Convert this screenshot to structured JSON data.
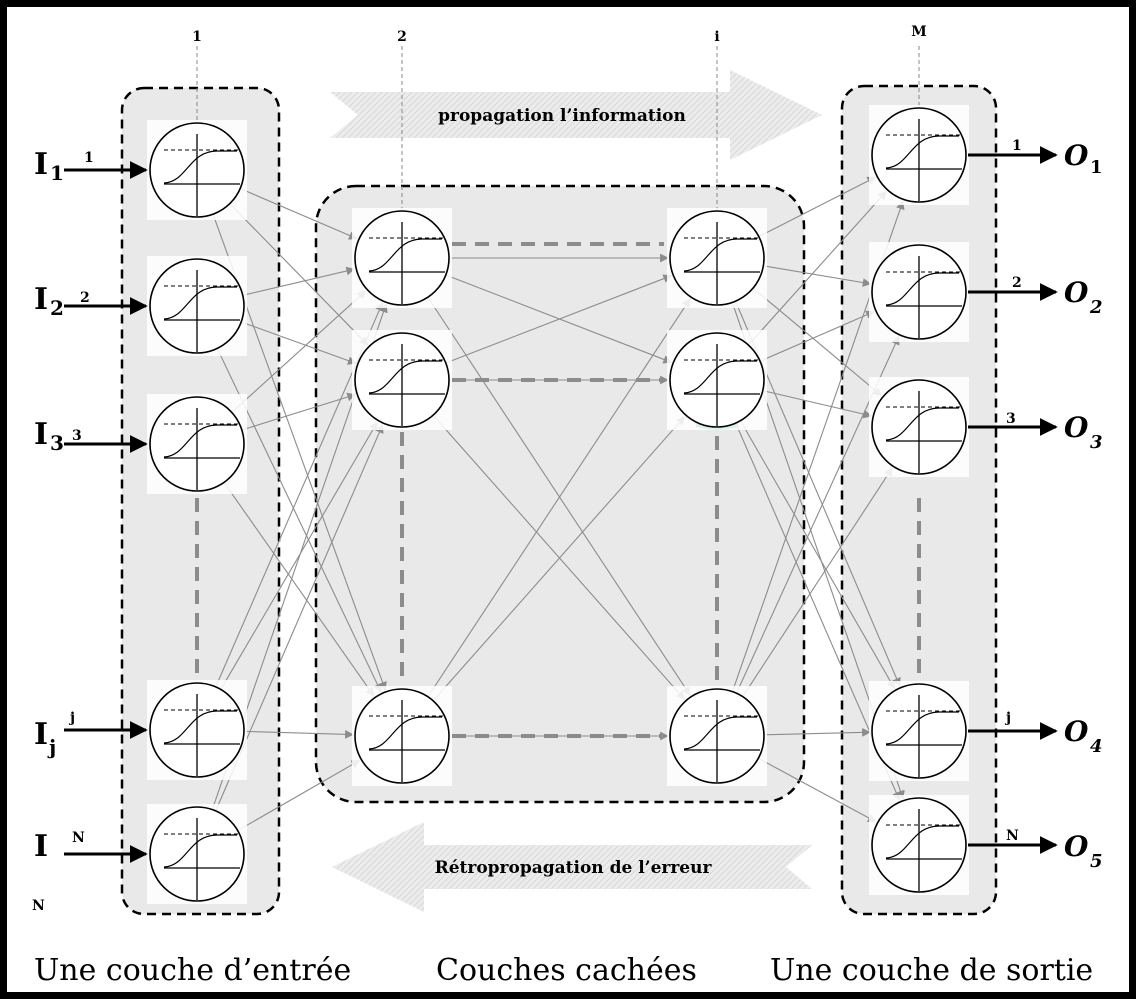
{
  "layer_indices": [
    "1",
    "2",
    "i",
    "M"
  ],
  "inputs": [
    {
      "main": "I",
      "sub": "1",
      "index": "1"
    },
    {
      "main": "I",
      "sub": "2",
      "index": "2"
    },
    {
      "main": "I",
      "sub": "3",
      "index": "3"
    },
    {
      "main": "I",
      "sub": "j",
      "index": "j"
    },
    {
      "main": "I",
      "sub": "N",
      "index": "N"
    }
  ],
  "outputs": [
    {
      "main": "O",
      "sub": "1",
      "index": "1"
    },
    {
      "main": "O",
      "sub": "2",
      "index": "2"
    },
    {
      "main": "O",
      "sub": "3",
      "index": "3"
    },
    {
      "main": "O",
      "sub": "4",
      "index": "j"
    },
    {
      "main": "O",
      "sub": "5",
      "index": "N"
    }
  ],
  "arrows": {
    "forward": "propagation l’information",
    "backward": "Rétropropagation de l’erreur"
  },
  "captions": {
    "input_layer": "Une couche d’entrée",
    "hidden_layers": "Couches cachées",
    "output_layer": "Une couche de sortie"
  }
}
